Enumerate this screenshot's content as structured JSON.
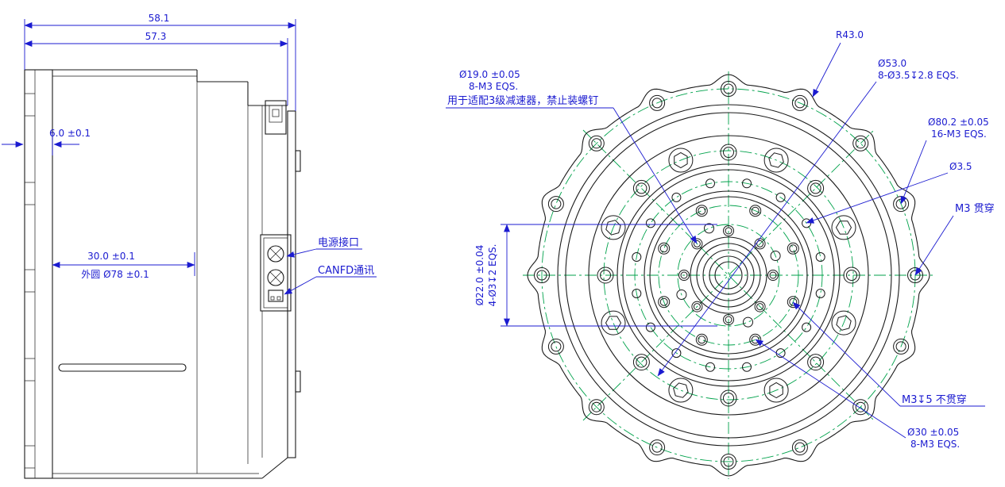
{
  "side_view": {
    "dim_width_outer": "58.1",
    "dim_width_inner": "57.3",
    "dim_flange": "6.0 ±0.1",
    "dim_body_width": "30.0 ±0.1",
    "dim_outer_circle": "外圆 Ø78 ±0.1",
    "label_power": "电源接口",
    "label_canfd": "CANFD通讯"
  },
  "front_view": {
    "r43": "R43.0",
    "d53_1": "Ø53.0",
    "d53_2": "8-Ø3.5↧2.8 EQS.",
    "d19_1": "Ø19.0 ±0.05",
    "d19_2": "8-M3 EQS.",
    "d19_note": "用于适配3级减速器，禁止装螺钉",
    "d80_1": "Ø80.2 ±0.05",
    "d80_2": "16-M3 EQS.",
    "d35": "Ø3.5",
    "m3_through": "M3 贯穿",
    "d22_1": "Ø22.0 ±0.04",
    "d22_2": "4-Ø3↧2 EQS.",
    "m3_blind": "M3↧5 不贯穿",
    "d30_1": "Ø30 ±0.05",
    "d30_2": "8-M3 EQS."
  },
  "colors": {
    "dimension_blue": "#1b1bd0",
    "centerline_green": "#00a24b",
    "line_black": "#1a1a1a"
  }
}
